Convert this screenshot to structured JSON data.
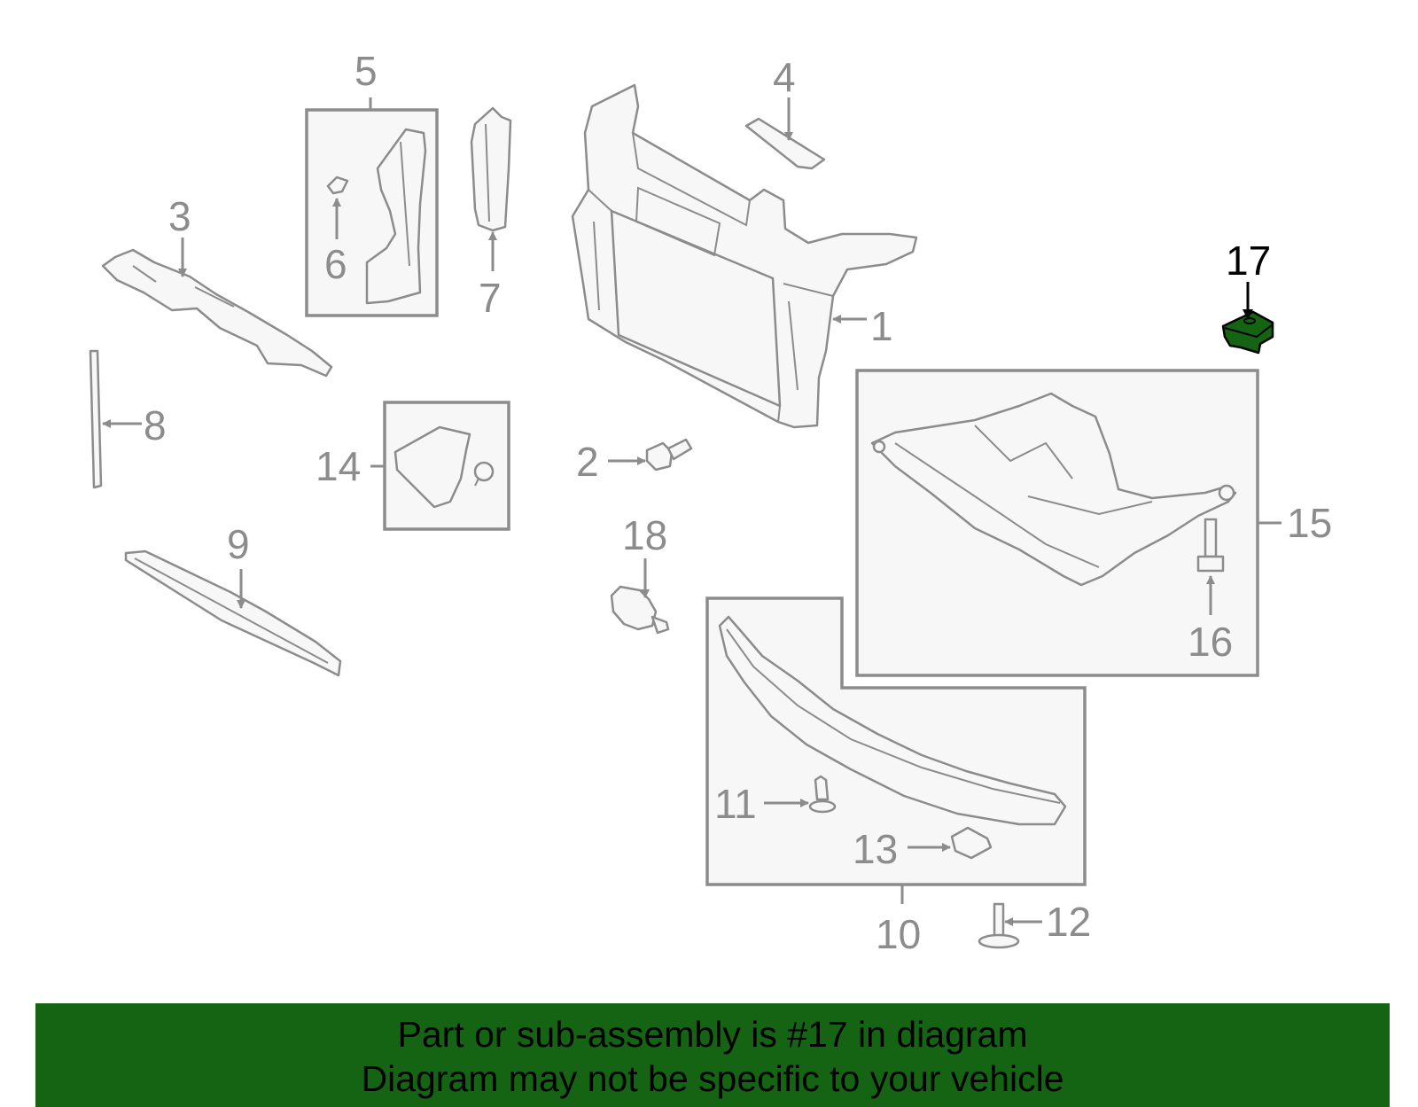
{
  "diagram": {
    "highlight_color": "#146414",
    "line_color": "#8c8c8c",
    "highlighted_part": "17",
    "callouts": {
      "c1": "1",
      "c2": "2",
      "c3": "3",
      "c4": "4",
      "c5": "5",
      "c6": "6",
      "c7": "7",
      "c8": "8",
      "c9": "9",
      "c10": "10",
      "c11": "11",
      "c12": "12",
      "c13": "13",
      "c14": "14",
      "c15": "15",
      "c16": "16",
      "c17": "17",
      "c18": "18"
    }
  },
  "banner": {
    "line1": "Part or sub-assembly is #17 in diagram",
    "line2": "Diagram may not be specific to your vehicle",
    "background": "#146414"
  }
}
